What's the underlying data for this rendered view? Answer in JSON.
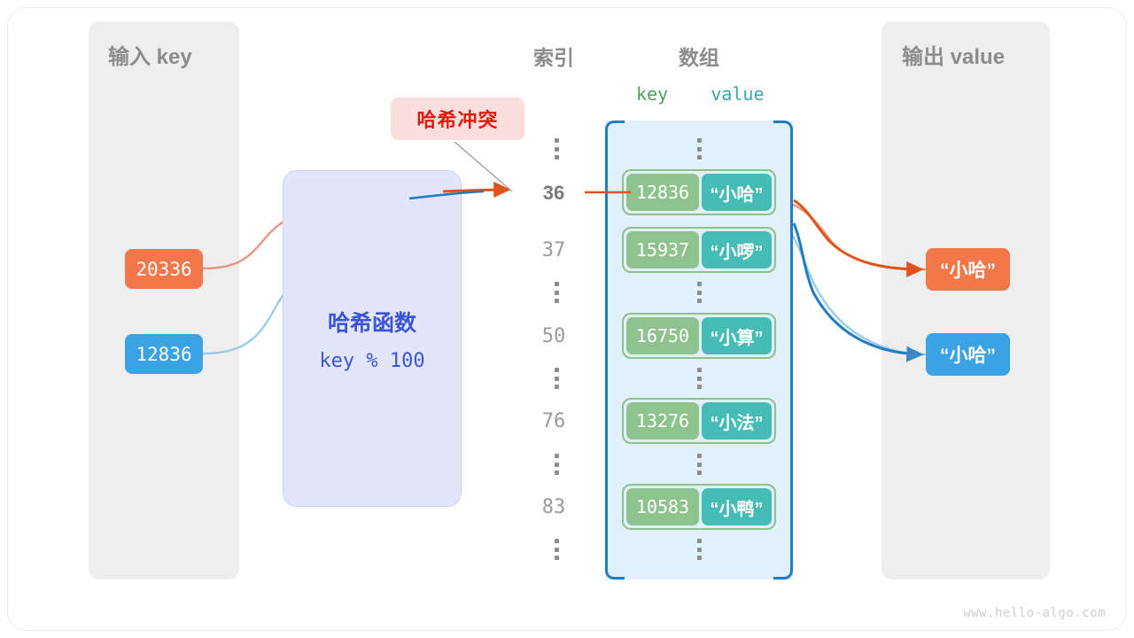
{
  "panels": {
    "input": {
      "title": "输入 key"
    },
    "output": {
      "title": "输出 value"
    }
  },
  "headings": {
    "index": "索引",
    "array": "数组",
    "key": "key",
    "value": "value"
  },
  "hash_function": {
    "title": "哈希函数",
    "expression": "key % 100"
  },
  "collision": {
    "label": "哈希冲突"
  },
  "inputs": [
    {
      "key": "20336",
      "color": "#f2784b"
    },
    {
      "key": "12836",
      "color": "#3ba2e3"
    }
  ],
  "outputs": [
    {
      "value": "“小哈”",
      "color": "#f2784b"
    },
    {
      "value": "“小哈”",
      "color": "#3ba2e3"
    }
  ],
  "array_rows": [
    {
      "type": "dots"
    },
    {
      "type": "entry",
      "index": "36",
      "highlight": true,
      "key": "12836",
      "value": "“小哈”"
    },
    {
      "type": "entry",
      "index": "37",
      "highlight": false,
      "key": "15937",
      "value": "“小啰”"
    },
    {
      "type": "dots"
    },
    {
      "type": "entry",
      "index": "50",
      "highlight": false,
      "key": "16750",
      "value": "“小算”"
    },
    {
      "type": "dots"
    },
    {
      "type": "entry",
      "index": "76",
      "highlight": false,
      "key": "13276",
      "value": "“小法”"
    },
    {
      "type": "dots"
    },
    {
      "type": "entry",
      "index": "83",
      "highlight": false,
      "key": "10583",
      "value": "“小鸭”"
    },
    {
      "type": "dots"
    }
  ],
  "colors": {
    "orange": "#f2784b",
    "orange_arrow": "#e0541c",
    "blue": "#3ba2e3",
    "blue_arrow": "#1f7dc4",
    "green_key": "#8ec38e",
    "teal_value": "#45bdb6",
    "hash_box": "#e3e6fa",
    "hash_text": "#3b55d9",
    "array_bg": "#e1f0fb",
    "panel_bg": "#eeeeee",
    "collision_bg": "#fbdede",
    "collision_text": "#e01b0d",
    "gray_text": "#8c8c8c"
  },
  "watermark": "www.hello-algo.com"
}
